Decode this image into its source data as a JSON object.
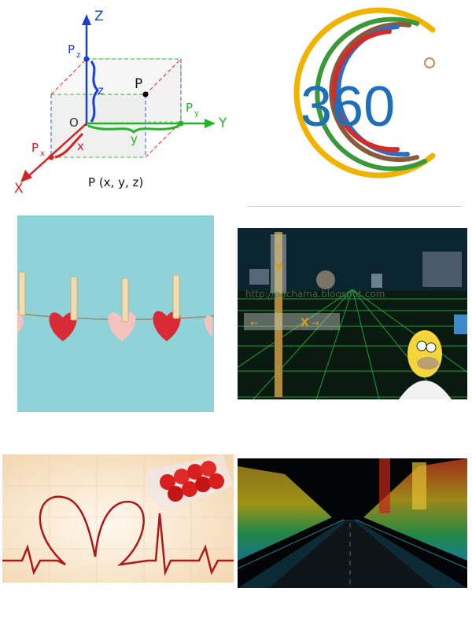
{
  "tiles": {
    "axes": {
      "axis_z": "Z",
      "axis_y": "Y",
      "axis_x": "X",
      "origin": "O",
      "point": "P",
      "pz": "P",
      "pz_sub": "z",
      "py": "P",
      "py_sub": "y",
      "px": "P",
      "px_sub": "x",
      "len_z": "z",
      "len_y": "y",
      "len_x": "x",
      "caption": "P (x, y, z)",
      "colors": {
        "z_axis": "#1a3fd4",
        "y_axis": "#22b422",
        "x_axis": "#d42222"
      }
    },
    "logo360": {
      "text": "360",
      "colors": {
        "text": "#1f6fb8",
        "ring1": "#f0b400",
        "ring2": "#3a9a3a",
        "ring3": "#8a5a3a",
        "ring4": "#2a6fc0",
        "ring5": "#d42a2a"
      }
    },
    "hearts_clothesline": {
      "icon": "hearts-on-clothesline"
    },
    "grid_3d": {
      "watermark": "http://pachama.blogspot.com",
      "sign_y": "Y",
      "sign_x": "X",
      "arrow_up": "↑",
      "arrow_right": "→",
      "arrow_left": "←"
    },
    "heartbeat": {
      "icon": "heart-ecg-pill"
    },
    "city_lidar": {
      "icon": "lidar-street"
    }
  }
}
